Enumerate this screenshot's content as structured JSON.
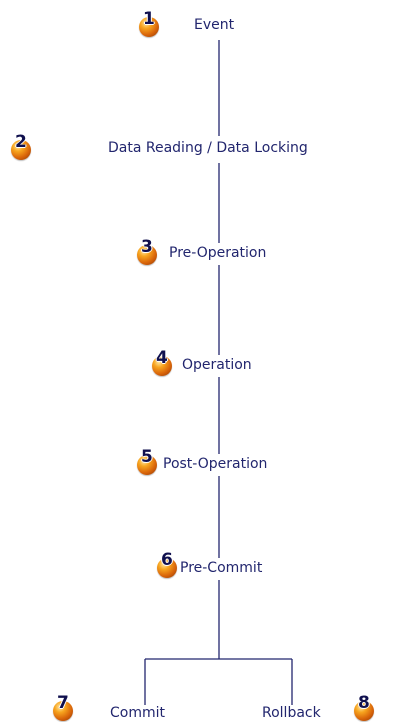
{
  "steps": [
    {
      "number": "1",
      "label": "Event"
    },
    {
      "number": "2",
      "label": "Data Reading / Data Locking"
    },
    {
      "number": "3",
      "label": "Pre-Operation"
    },
    {
      "number": "4",
      "label": "Operation"
    },
    {
      "number": "5",
      "label": "Post-Operation"
    },
    {
      "number": "6",
      "label": "Pre-Commit"
    },
    {
      "number": "7",
      "label": "Commit"
    },
    {
      "number": "8",
      "label": "Rollback"
    }
  ],
  "colors": {
    "line": "#22266e",
    "text": "#22266e",
    "marker": "#e07a12"
  },
  "icons": {
    "marker": "numbered-orange-ball-icon"
  }
}
